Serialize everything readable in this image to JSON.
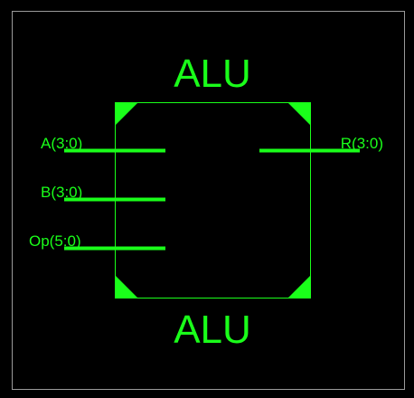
{
  "colors": {
    "background": "#000000",
    "accent": "#1aff1a",
    "frame": "#9a9a9a"
  },
  "block": {
    "title_top": "ALU",
    "title_bottom": "ALU"
  },
  "ports": {
    "inputs": [
      {
        "label": "A(3:0)"
      },
      {
        "label": "B(3:0)"
      },
      {
        "label": "Op(5:0)"
      }
    ],
    "outputs": [
      {
        "label": "R(3:0)"
      }
    ]
  }
}
